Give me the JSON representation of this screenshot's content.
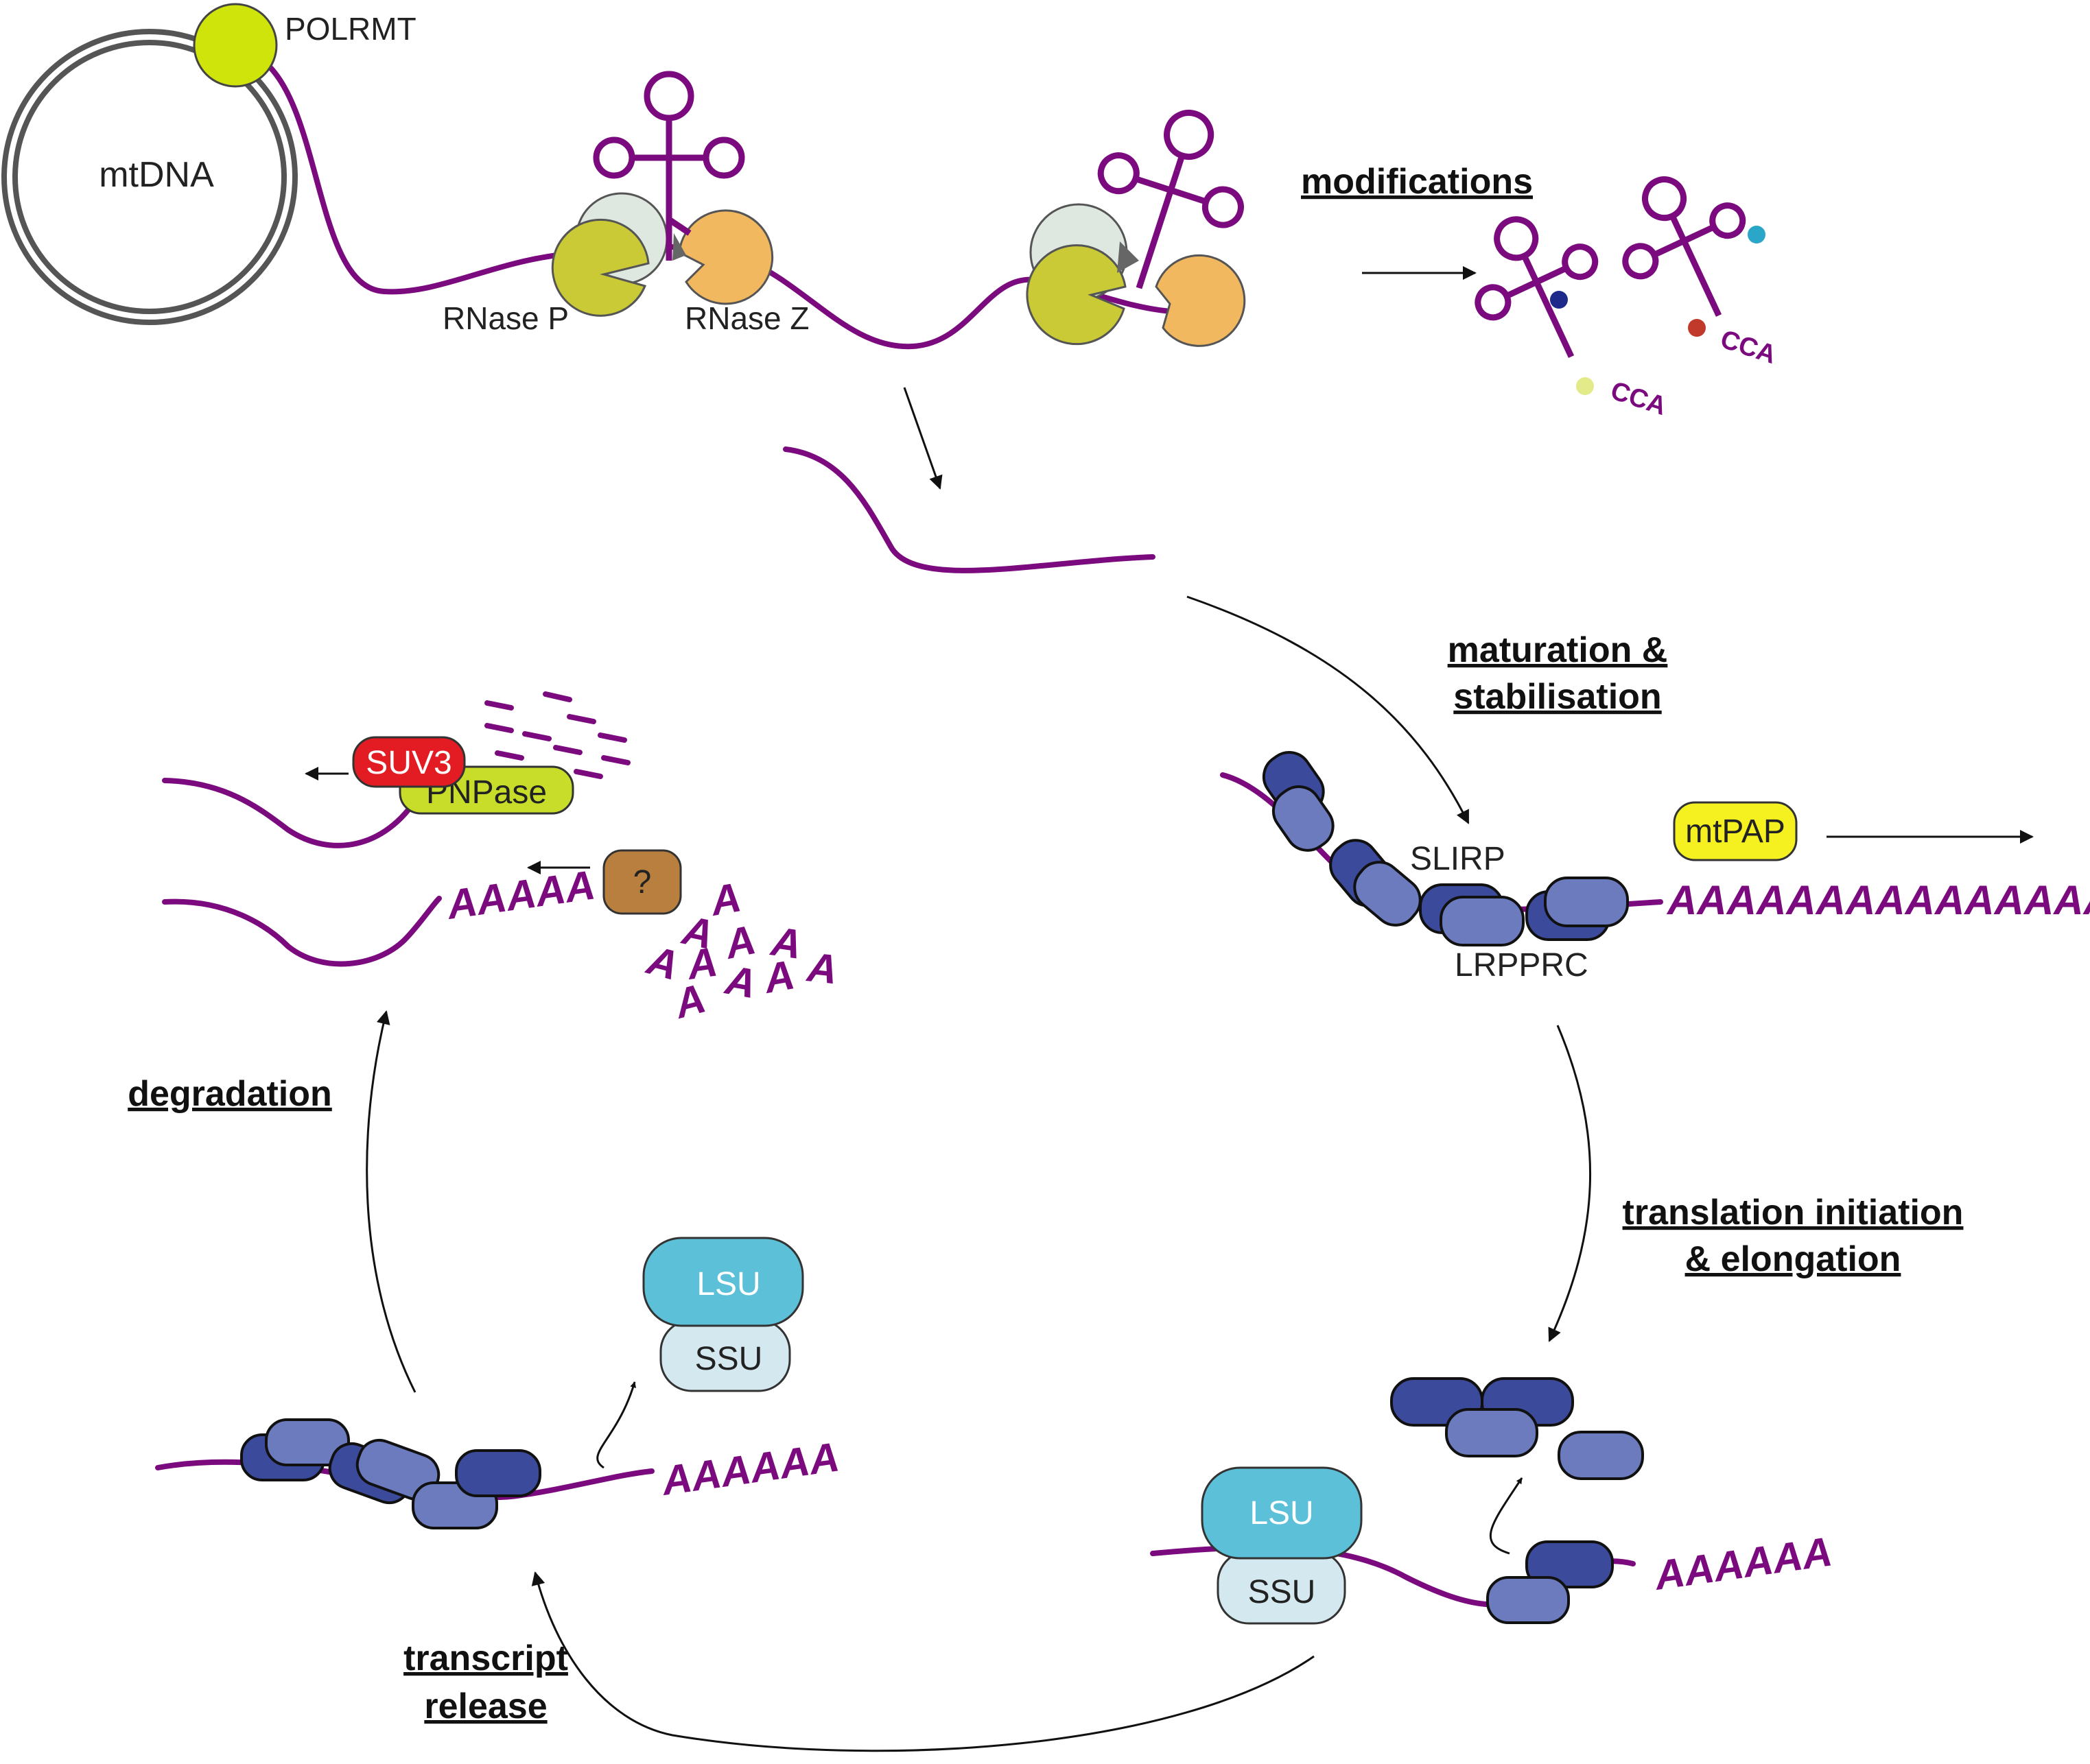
{
  "stages": {
    "modifications": "modifications",
    "maturation_line1": "maturation &",
    "maturation_line2": "stabilisation",
    "translation_line1": "translation initiation",
    "translation_line2": "& elongation",
    "release_line1": "transcript",
    "release_line2": "release",
    "degradation": "degradation"
  },
  "components": {
    "mtdna": "mtDNA",
    "polrmt": "POLRMT",
    "rnase_p": "RNase P",
    "rnase_z": "RNase Z",
    "cca": "CCA",
    "slirp": "SLIRP",
    "lrpprc": "LRPPRC",
    "mtpap": "mtPAP",
    "suv3": "SUV3",
    "pnpase": "PNPase",
    "unknown": "?",
    "lsu": "LSU",
    "ssu": "SSU"
  },
  "tails": {
    "long": "AAAAAAAAAAAAAAAA",
    "short": "AAAAAA",
    "degrading": "AAAAA",
    "free_a": "A"
  },
  "colors": {
    "rna": "#7a0a7e",
    "polrmt": "#cfe40a",
    "rnase_p": "#c9ca35",
    "rnase_p_back": "#dfe8e0",
    "rnase_z": "#f2b860",
    "lsu": "#5bc0d8",
    "ssu": "#d4e8ef",
    "lrpprc_dark": "#3c4a9c",
    "lrpprc_light": "#6b7bbd",
    "mtpap": "#f5f020",
    "suv3": "#e31b23",
    "pnpase": "#c7dd2a",
    "unknown": "#b97f3f",
    "mod_navy": "#1e2a8a",
    "mod_cyan": "#29a6c8",
    "mod_red": "#c0392b",
    "mod_yellow": "#e3ea8a"
  }
}
